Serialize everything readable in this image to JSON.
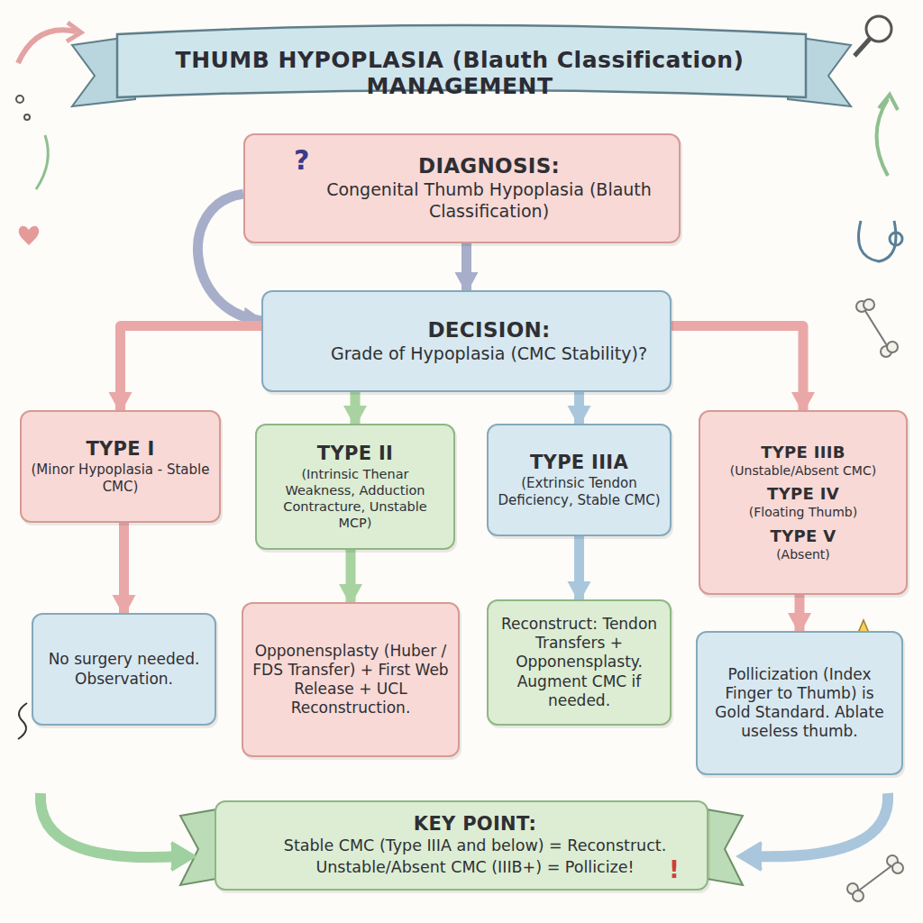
{
  "diagram": {
    "title": "THUMB HYPOPLASIA (Blauth Classification) MANAGEMENT",
    "nodes": [
      {
        "text": [
          "DIAGNOSIS:",
          "Congenital Thumb Hypoplasia (Blauth Classification)"
        ]
      },
      {
        "text": [
          "DECISION:",
          "Grade of Hypoplasia (CMC Stability)?"
        ]
      },
      {
        "text": [
          "TYPE I",
          "(Minor Hypoplasia - Stable CMC)"
        ]
      },
      {
        "text": [
          "TYPE II",
          "(Intrinsic Thenar Weakness, Adduction Contracture, Unstable MCP)"
        ]
      },
      {
        "text": [
          "TYPE IIIA",
          "(Extrinsic Tendon Deficiency, Stable CMC)"
        ]
      },
      {
        "text": [
          "TYPE IIIB",
          "(Unstable/Absent CMC)",
          "TYPE IV",
          "(Floating Thumb)",
          "TYPE V",
          "(Absent)"
        ]
      },
      {
        "text": [
          "No surgery needed. Observation."
        ]
      },
      {
        "text": [
          "Opponensplasty (Huber / FDS Transfer) + First Web Release + UCL Reconstruction."
        ]
      },
      {
        "text": [
          "Reconstruct: Tendon Transfers + Opponensplasty. Augment CMC if needed."
        ]
      },
      {
        "text": [
          "Pollicization (Index Finger to Thumb) is Gold Standard. Ablate useless thumb."
        ]
      },
      {
        "text": [
          "KEY POINT:",
          "Stable CMC (Type IIIA and below) = Reconstruct.",
          "Unstable/Absent CMC (IIIB+) = Pollicize!"
        ]
      }
    ],
    "edges": [
      {
        "from": 0,
        "to": 1,
        "arrow": "to"
      },
      {
        "from": 0,
        "to": 1,
        "arrow": "to"
      },
      {
        "from": 1,
        "to": 2,
        "arrow": "to"
      },
      {
        "from": 1,
        "to": 3,
        "arrow": "to"
      },
      {
        "from": 1,
        "to": 4,
        "arrow": "to"
      },
      {
        "from": 1,
        "to": 5,
        "arrow": "to"
      },
      {
        "from": 2,
        "to": 6,
        "arrow": "to"
      },
      {
        "from": 3,
        "to": 7,
        "arrow": "to"
      },
      {
        "from": 4,
        "to": 8,
        "arrow": "to"
      },
      {
        "from": 5,
        "to": 9,
        "arrow": "to"
      }
    ],
    "labels": [
      "?",
      "!"
    ]
  }
}
